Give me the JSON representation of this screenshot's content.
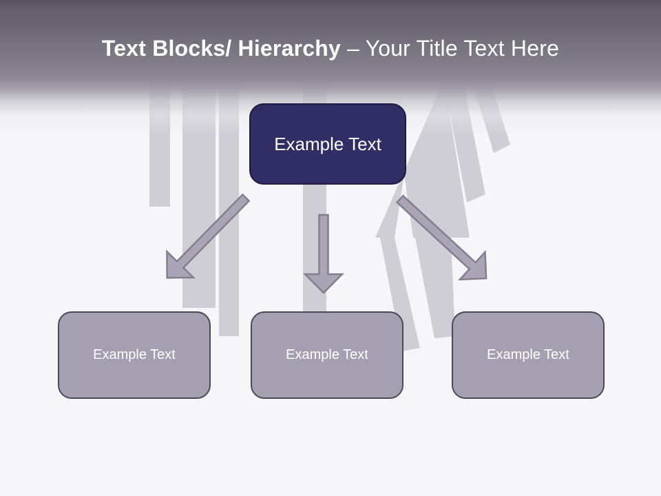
{
  "slide": {
    "title": {
      "bold": "Text Blocks/ Hierarchy",
      "subtitle": "– Your Title Text Here"
    },
    "diagram": {
      "root": {
        "label": "Example Text"
      },
      "children": [
        {
          "label": "Example Text"
        },
        {
          "label": "Example Text"
        },
        {
          "label": "Example Text"
        }
      ]
    },
    "colors": {
      "header_gradient_top": "#56525e",
      "header_gradient_mid": "#8a8694",
      "background": "#f6f6f8",
      "watermark_gray": "#cfced5",
      "root_box_fill": "#312e66",
      "root_box_border": "#1d1b40",
      "child_box_fill": "#a49fb1",
      "child_box_border": "#4b4856",
      "arrow_fill": "#a9a5b6",
      "arrow_stroke": "#827e8f",
      "title_text": "#ffffff",
      "box_text": "#ffffff"
    }
  }
}
